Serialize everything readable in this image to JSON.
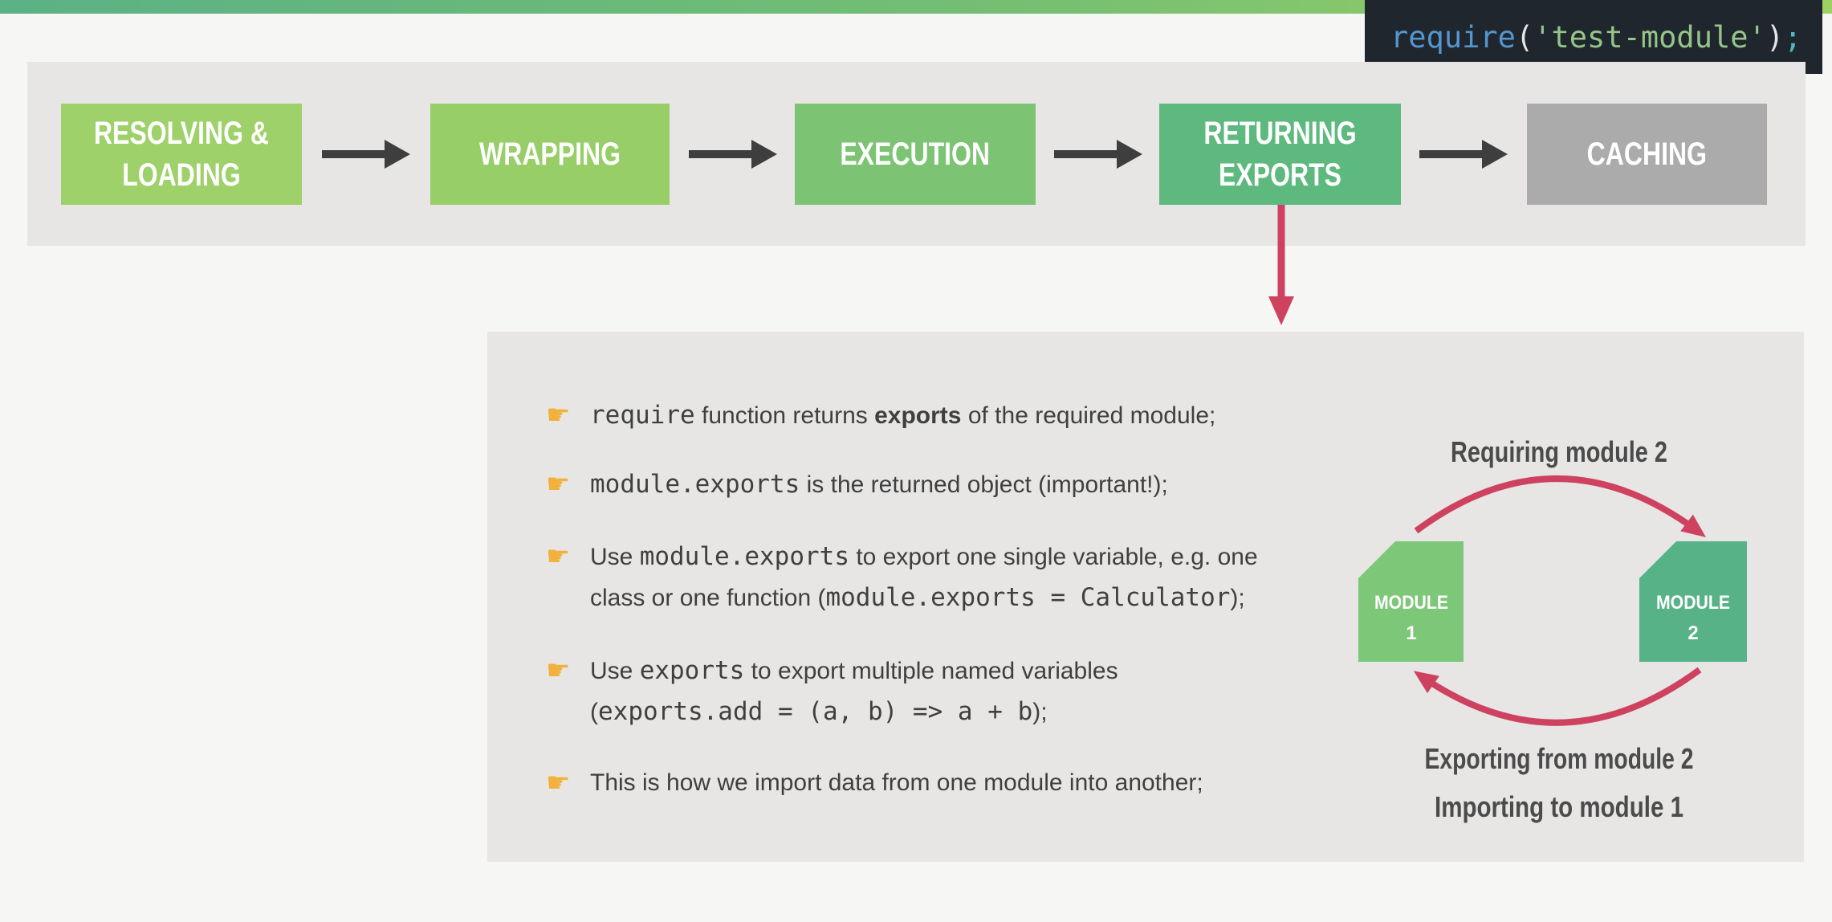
{
  "colors": {
    "top_bar_left": "#5cb185",
    "top_bar_right": "#9ed164",
    "band_bg": "#e7e6e5",
    "panel_bg": "#e7e6e5",
    "code_bg": "#20262d",
    "dark_arrow": "#3e3e3e",
    "red_arrow": "#ce4260",
    "text_dark": "#3f3f3f"
  },
  "code_snippet": {
    "full_text": "require('test-module');",
    "fn": "require",
    "open_paren": "(",
    "string": "'test-module'",
    "close_paren": ")",
    "semicolon": ";"
  },
  "pipeline": {
    "steps": [
      {
        "label": "RESOLVING & LOADING",
        "color": "#9ed169"
      },
      {
        "label": "WRAPPING",
        "color": "#97ce68"
      },
      {
        "label": "EXECUTION",
        "color": "#7cc473"
      },
      {
        "label": "RETURNING EXPORTS",
        "color": "#5eb97e"
      },
      {
        "label": "CACHING",
        "color": "#ababab"
      }
    ]
  },
  "panel": {
    "bullet_icon": "☛",
    "bullets": [
      {
        "runs": [
          {
            "t": "require",
            "s": "mono"
          },
          {
            "t": " function returns "
          },
          {
            "t": "exports",
            "s": "b"
          },
          {
            "t": " of the required module;"
          }
        ]
      },
      {
        "runs": [
          {
            "t": "module.exports",
            "s": "mono"
          },
          {
            "t": " is the returned object (important!);"
          }
        ]
      },
      {
        "runs": [
          {
            "t": "Use "
          },
          {
            "t": "module.exports",
            "s": "mono"
          },
          {
            "t": " to export one single variable, e.g. one"
          },
          {
            "br": true
          },
          {
            "t": "class or one function ("
          },
          {
            "t": "module.exports = Calculator",
            "s": "mono"
          },
          {
            "t": ");"
          }
        ]
      },
      {
        "runs": [
          {
            "t": "Use "
          },
          {
            "t": "exports",
            "s": "mono"
          },
          {
            "t": " to export multiple named variables"
          },
          {
            "br": true
          },
          {
            "t": "("
          },
          {
            "t": "exports.add = (a, b) => a + b",
            "s": "mono"
          },
          {
            "t": ");"
          }
        ]
      },
      {
        "runs": [
          {
            "t": "This is how we import data from one module into another;"
          }
        ]
      }
    ]
  },
  "module_diagram": {
    "top_label": "Requiring module 2",
    "bottom_label_1": "Exporting from module 2",
    "bottom_label_2": "Importing to module 1",
    "module1": {
      "line1": "MODULE",
      "line2": "1",
      "color": "#7dc778"
    },
    "module2": {
      "line1": "MODULE",
      "line2": "2",
      "color": "#57b287"
    }
  }
}
